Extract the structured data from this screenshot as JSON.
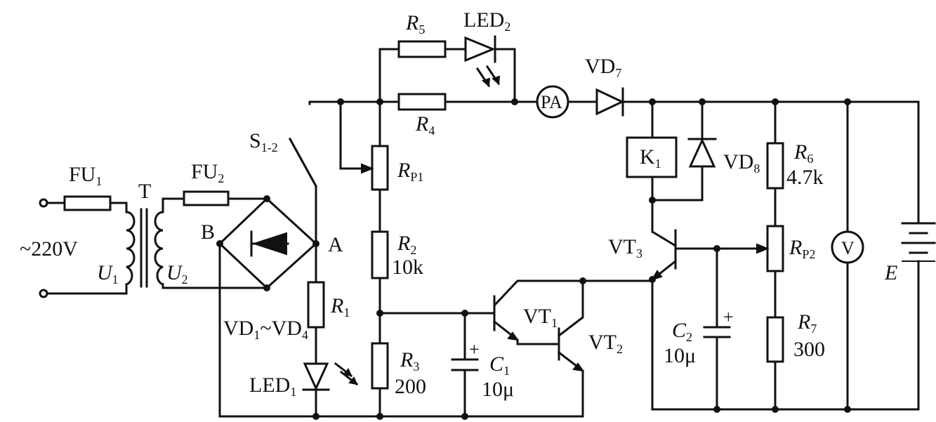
{
  "supply": {
    "voltage": "~220V",
    "primary": "U",
    "primary_sub": "1",
    "secondary": "U",
    "secondary_sub": "2",
    "transformer": "T"
  },
  "fuses": {
    "fu1": "FU",
    "fu1_sub": "1",
    "fu2": "FU",
    "fu2_sub": "2"
  },
  "bridge": {
    "node_b": "B",
    "node_a": "A",
    "label": "VD",
    "sub1": "1",
    "tilde": "~VD",
    "sub2": "4"
  },
  "switch": {
    "label": "S",
    "sub": "1-2"
  },
  "resistors": {
    "r1": "R",
    "r1_sub": "1",
    "r2": "R",
    "r2_sub": "2",
    "r2_val": "10k",
    "r3": "R",
    "r3_sub": "3",
    "r3_val": "200",
    "r4": "R",
    "r4_sub": "4",
    "r5": "R",
    "r5_sub": "5",
    "r6": "R",
    "r6_sub": "6",
    "r6_val": "4.7k",
    "r7": "R",
    "r7_sub": "7",
    "r7_val": "300",
    "rp1": "R",
    "rp1_sub": "P1",
    "rp2": "R",
    "rp2_sub": "P2"
  },
  "leds": {
    "led1": "LED",
    "led1_sub": "1",
    "led2": "LED",
    "led2_sub": "2"
  },
  "diodes": {
    "vd7": "VD",
    "vd7_sub": "7",
    "vd8": "VD",
    "vd8_sub": "8"
  },
  "capacitors": {
    "c1": "C",
    "c1_sub": "1",
    "c1_val": "10μ",
    "c2": "C",
    "c2_sub": "2",
    "c2_val": "10μ",
    "plus": "+"
  },
  "transistors": {
    "vt1": "VT",
    "vt1_sub": "1",
    "vt2": "VT",
    "vt2_sub": "2",
    "vt3": "VT",
    "vt3_sub": "3"
  },
  "relay": {
    "label": "K",
    "sub": "1"
  },
  "meters": {
    "ammeter": "PA",
    "voltmeter": "V"
  },
  "battery": {
    "label": "E"
  }
}
